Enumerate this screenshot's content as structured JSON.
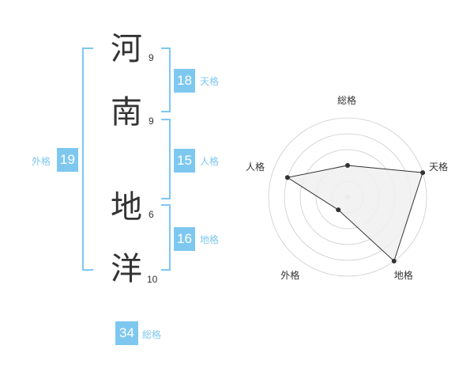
{
  "name": {
    "chars": [
      {
        "char": "河",
        "strokes": "9"
      },
      {
        "char": "南",
        "strokes": "9"
      },
      {
        "char": "地",
        "strokes": "6"
      },
      {
        "char": "洋",
        "strokes": "10"
      }
    ]
  },
  "kakusu": {
    "tenkaku": {
      "value": "18",
      "label": "天格"
    },
    "jinkaku": {
      "value": "15",
      "label": "人格"
    },
    "chikaku": {
      "value": "16",
      "label": "地格"
    },
    "gaikaku": {
      "value": "19",
      "label": "外格"
    },
    "soukaku": {
      "value": "34",
      "label": "総格"
    }
  },
  "colors": {
    "accent": "#7ec8f0",
    "text": "#333333",
    "radar_fill": "#f0f0f0",
    "grid": "#cccccc"
  },
  "chart_data": {
    "type": "radar",
    "axes": [
      "総格",
      "天格",
      "地格",
      "外格",
      "人格"
    ],
    "levels": 5,
    "values": [
      2,
      5,
      5,
      1,
      4
    ],
    "max": 5
  }
}
